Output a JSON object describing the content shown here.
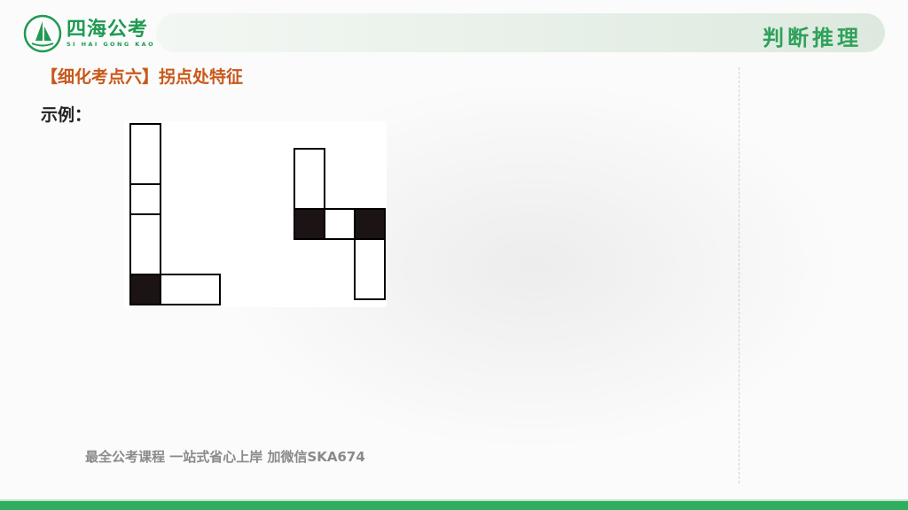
{
  "brand": {
    "name": "四海公考",
    "subtitle": "SI HAI GONG KAO",
    "color": "#1f9a52",
    "logo_icon": "sailboat-icon"
  },
  "header": {
    "title": "判断推理",
    "accent_color": "#2fa15a"
  },
  "content": {
    "section_title": "【细化考点六】拐点处特征",
    "section_title_color": "#c9581b",
    "example_label": "示例："
  },
  "figures": [
    {
      "name": "L-shape",
      "cells": [
        {
          "col": 0,
          "row": 0,
          "fill": "white"
        },
        {
          "col": 0,
          "row": 1,
          "fill": "white"
        },
        {
          "col": 0,
          "row": 2,
          "fill": "white"
        },
        {
          "col": 0,
          "row": 3,
          "fill": "black"
        },
        {
          "col": 1,
          "row": 3,
          "fill": "white"
        }
      ]
    },
    {
      "name": "zigzag-shape",
      "cells": [
        {
          "col": 0,
          "row": 0,
          "fill": "white"
        },
        {
          "col": 0,
          "row": 1,
          "fill": "black"
        },
        {
          "col": 1,
          "row": 1,
          "fill": "white"
        },
        {
          "col": 2,
          "row": 1,
          "fill": "black"
        },
        {
          "col": 2,
          "row": 2,
          "fill": "white"
        }
      ]
    }
  ],
  "watermark": "最全公考课程 一站式省心上岸 加微信SKA674",
  "footer": {
    "bar_color": "#2fae5f"
  }
}
